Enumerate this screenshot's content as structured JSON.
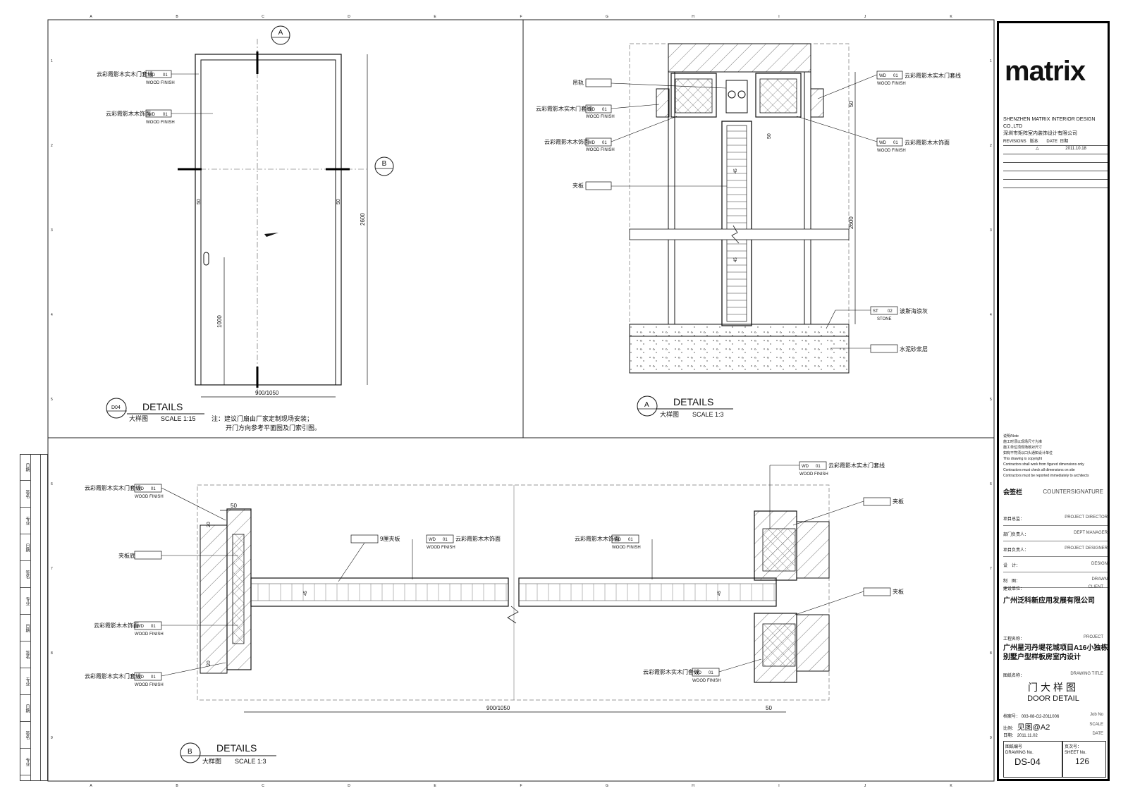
{
  "sheet": {
    "grid_top": [
      "A",
      "B",
      "C",
      "D",
      "E",
      "F",
      "G",
      "H",
      "I",
      "J",
      "K"
    ],
    "grid_side": [
      "1",
      "2",
      "3",
      "4",
      "5",
      "6",
      "7",
      "8",
      "9"
    ]
  },
  "detail_d04": {
    "tag_top": "A",
    "tag_right": "B",
    "label1": "云彩霞影木实木门套线",
    "label2": "云彩霞影木木饰面",
    "code": "WD",
    "num": "01",
    "finish": "WOOD FINISH",
    "dim_height": "2600",
    "dim_handle": "1000",
    "dim_width": "900/1050",
    "dim_frame": "50",
    "title_ref": "D04",
    "title": "DETAILS",
    "subtitle": "大样图",
    "scale": "SCALE  1:15",
    "note1": "注：建议门扇由厂家定制现场安装；",
    "note2": "开门方向参考平面图及门索引图。"
  },
  "detail_a": {
    "l_track": "吊轨",
    "l_frame": "云彩霞影木实木门套线",
    "l_panel": "云彩霞影木木饰面",
    "l_ply": "夹板",
    "r_frame": "云彩霞影木实木门套线",
    "r_panel": "云彩霞影木木饰面",
    "stone_code": "ST",
    "stone_num": "02",
    "stone_word": "STONE",
    "stone_label": "波斯海浪灰",
    "cement_label": "水泥砂浆层",
    "dim_50a": "50",
    "dim_50b": "50",
    "dim_2600": "2600",
    "dim_45a": "45",
    "dim_45b": "45",
    "code": "WD",
    "num": "01",
    "finish": "WOOD FINISH",
    "title_ref": "A",
    "title": "DETAILS",
    "subtitle": "大样图",
    "scale": "SCALE  1:3"
  },
  "detail_b": {
    "l_frame_top": "云彩霞影木实木门套线",
    "l_ply": "夹板底",
    "l_panel": "云彩霞影木木饰面",
    "l_frame_bot": "云彩霞影木实木门套线",
    "m_ply": "9厘夹板",
    "m_panel": "云彩霞影木木饰面",
    "m_panel2": "云彩霞影木木饰面",
    "r_frame_top": "云彩霞影木实木门套线",
    "r_ply1": "夹板",
    "r_ply2": "夹板",
    "r_frame_bot": "云彩霞影木实木门套线",
    "code": "WD",
    "num": "01",
    "finish": "WOOD FINISH",
    "dim_50": "50",
    "dim_20a": "20",
    "dim_20b": "20",
    "dim_45a": "45",
    "dim_45b": "45",
    "dim_width": "900/1050",
    "dim_50r": "50",
    "title_ref": "B",
    "title": "DETAILS",
    "subtitle": "大样图",
    "scale": "SCALE  1:3"
  },
  "title_block": {
    "logo": "matrix",
    "company_en": "SHENZHEN MATRIX INTERIOR DESIGN CO.,LTD",
    "company_cn": "深圳市矩阵室内装饰设计有限公司",
    "rev_header": [
      "REVISIONS",
      "版本",
      "DATE",
      "日期"
    ],
    "rev_date": "2011.10.18",
    "notes_lines": [
      "说明/Note",
      "施工时须以现场尺寸为准",
      "施工单位须现场核对尺寸",
      "如有不符须以口头通知设计单位",
      "This drawing is copyright",
      "Contractors shall work from figured dimensions only",
      "Contractors must check all dimensions on site",
      "Contractors must be reported immediately to architects"
    ],
    "countersign_cn": "会签栏",
    "countersign_en": "COUNTERSIGNATURE",
    "roles": [
      {
        "cn": "项目总监：",
        "en": "PROJECT DIRECTOR"
      },
      {
        "cn": "部门负责人：",
        "en": "DEPT MANAGER"
      },
      {
        "cn": "项目负责人：",
        "en": "PROJECT DESIGNER"
      },
      {
        "cn": "设　计：",
        "en": "DESIGN"
      },
      {
        "cn": "制　图：",
        "en": "DRAWN"
      }
    ],
    "client_label_cn": "建设单位：",
    "client_label_en": "CLIENT",
    "client": "广州泛科新应用发展有限公司",
    "project_label_cn": "工程名称：",
    "project_label_en": "PROJECT",
    "project": "广州星河丹堤花城项目A16小独栋别墅户型样板房室内设计",
    "drawing_title_label_cn": "图纸名称：",
    "drawing_title_label_en": "DRAWING TITLE",
    "drawing_title_cn": "门大样图",
    "drawing_title_en": "DOOR DETAIL",
    "job_label_cn": "档案号：",
    "job_label_en": "Job No",
    "job_no": "003-08-G2-2011006",
    "scale_label_cn": "比例：",
    "scale_label_en": "SCALE",
    "scale": "见图@A2",
    "date_label_cn": "日期：",
    "date_label_en": "DATE",
    "date": "2011.11.02",
    "dwg_label_cn": "图纸编号",
    "dwg_label_en": "DRAWING No.",
    "dwg_no": "DS-04",
    "sheet_label_cn": "页次号：",
    "sheet_label_en": "SHEET No.",
    "sheet_no": "126"
  },
  "left_strip": [
    "日期",
    "签名",
    "专业",
    "日期",
    "签名",
    "专业",
    "日期",
    "签名",
    "专业",
    "日期",
    "签名",
    "专业"
  ]
}
